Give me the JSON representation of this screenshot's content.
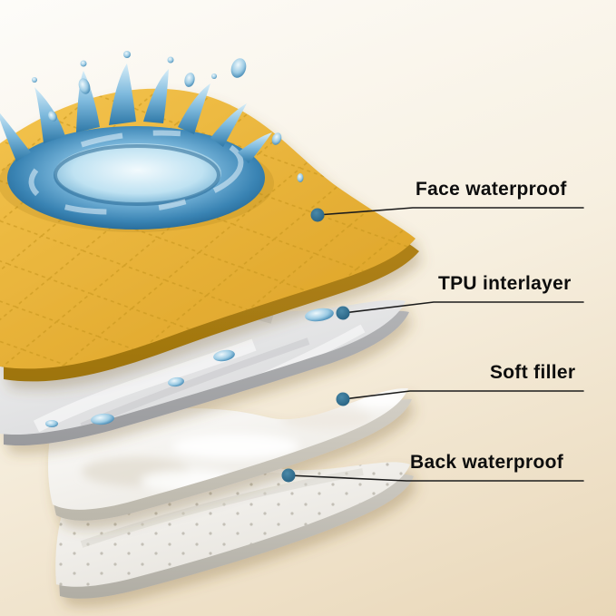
{
  "diagram": {
    "subject": "layered waterproof pad cutaway",
    "layer_count": 4
  },
  "callouts": [
    {
      "label": "Face waterproof"
    },
    {
      "label": "TPU interlayer"
    },
    {
      "label": "Soft filler"
    },
    {
      "label": "Back waterproof"
    }
  ],
  "colors": {
    "background_top": "#fdfcf9",
    "background_bottom": "#e9d7b8",
    "face_layer": "#e9b43a",
    "face_layer_edge": "#b8860f",
    "tpu_layer": "#e6e7e9",
    "soft_filler_layer": "#f7f5f1",
    "back_layer": "#f0eee9",
    "water_blue": "#2f79a8",
    "callout_dot": "#2c6a8c",
    "callout_line": "#1c1c1c",
    "label_text": "#0d0d0d"
  }
}
